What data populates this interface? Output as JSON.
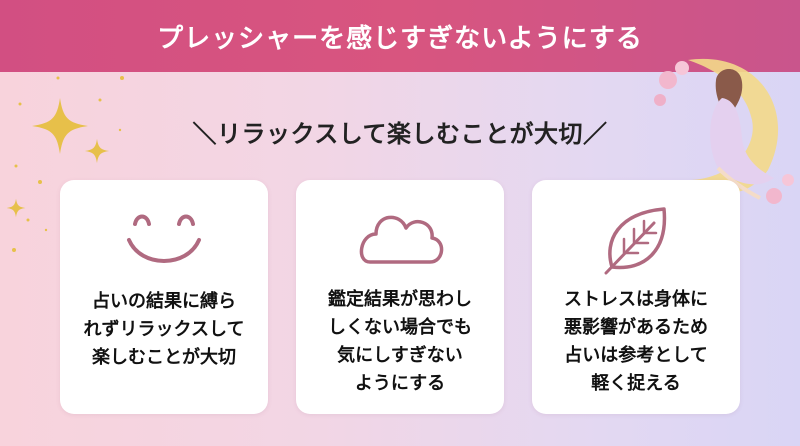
{
  "header": {
    "title": "プレッシャーを感じすぎないようにする"
  },
  "subtitle": "＼リラックスして楽しむことが大切／",
  "cards": [
    {
      "icon": "smile-face-icon",
      "text": "占いの結果に縛ら\nれずリラックスして\n楽しむことが大切"
    },
    {
      "icon": "cloud-icon",
      "text": "鑑定結果が思わし\nしくない場合でも\n気にしすぎない\nようにする"
    },
    {
      "icon": "leaf-icon",
      "text": "ストレスは身体に\n悪影響があるため\n占いは参考として\n軽く捉える"
    }
  ],
  "colors": {
    "header": "#d24f82",
    "icon_stroke": "#b06a80",
    "sparkle": "#e7c04a"
  },
  "decorations": [
    "sparkle-icon",
    "woman-on-moon-illustration"
  ]
}
